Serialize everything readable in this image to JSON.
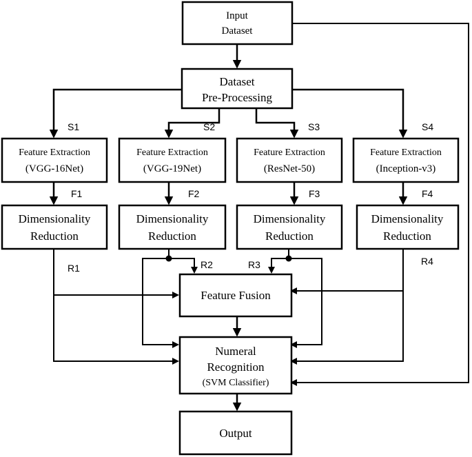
{
  "nodes": {
    "input": [
      "Input",
      "Dataset"
    ],
    "preprocess": [
      "Dataset",
      "Pre-Processing"
    ],
    "fe1": [
      "Feature Extraction",
      "(VGG-16Net)"
    ],
    "fe2": [
      "Feature Extraction",
      "(VGG-19Net)"
    ],
    "fe3": [
      "Feature Extraction",
      "(ResNet-50)"
    ],
    "fe4": [
      "Feature Extraction",
      "(Inception-v3)"
    ],
    "dr1": [
      "Dimensionality",
      "Reduction"
    ],
    "dr2": [
      "Dimensionality",
      "Reduction"
    ],
    "dr3": [
      "Dimensionality",
      "Reduction"
    ],
    "dr4": [
      "Dimensionality",
      "Reduction"
    ],
    "fusion": [
      "Feature Fusion"
    ],
    "recognition": [
      "Numeral",
      "Recognition",
      "(SVM Classifier)"
    ],
    "output": [
      "Output"
    ]
  },
  "edge_labels": {
    "s1": "S1",
    "s2": "S2",
    "s3": "S3",
    "s4": "S4",
    "f1": "F1",
    "f2": "F2",
    "f3": "F3",
    "f4": "F4",
    "r1": "R1",
    "r2": "R2",
    "r3": "R3",
    "r4": "R4"
  }
}
